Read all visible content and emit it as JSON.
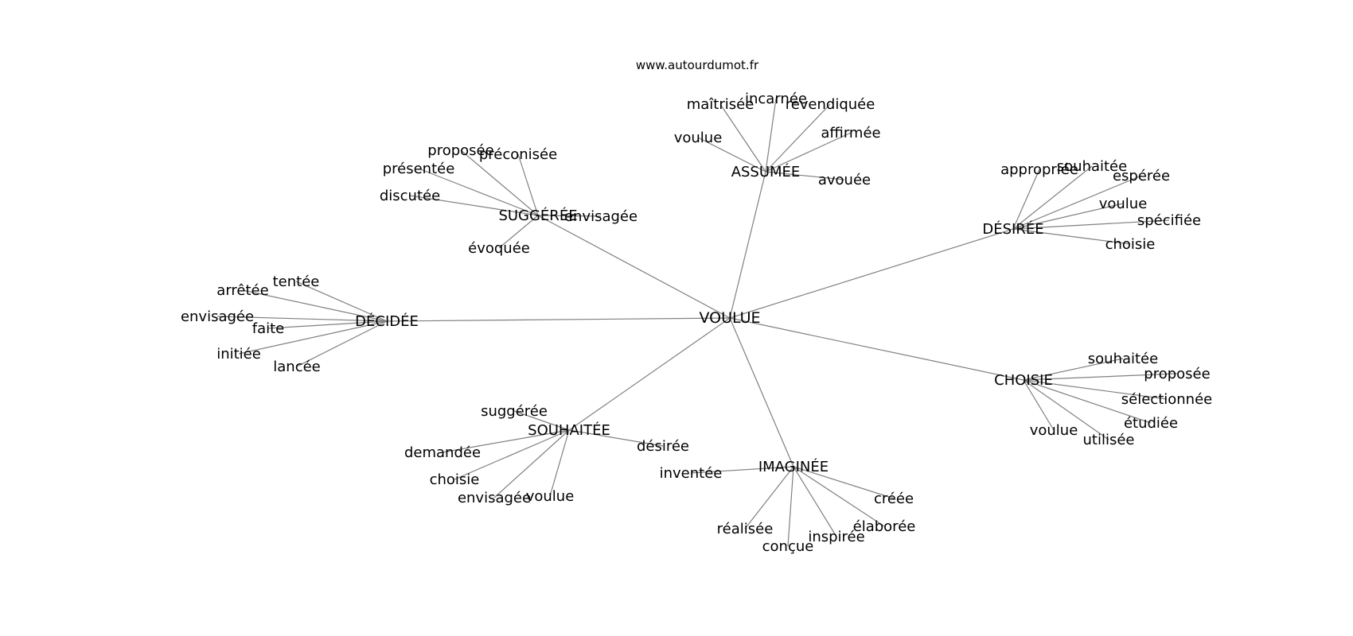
{
  "site_label": "www.autourdumot.fr",
  "edge_color": "#808080",
  "center": {
    "label": "VOULUE"
  },
  "hubs": [
    {
      "key": "assumee",
      "label": "ASSUMÉE",
      "leaves": [
        "maîtrisée",
        "incarnée",
        "revendiquée",
        "voulue",
        "affirmée",
        "avouée"
      ]
    },
    {
      "key": "suggeree",
      "label": "SUGGÉRÉE",
      "leaves": [
        "proposée",
        "préconisée",
        "présentée",
        "discutée",
        "envisagée",
        "évoquée"
      ]
    },
    {
      "key": "desiree",
      "label": "DÉSIRÉE",
      "leaves": [
        "appropriée",
        "souhaitée",
        "espérée",
        "voulue",
        "spécifiée",
        "choisie"
      ]
    },
    {
      "key": "decidee",
      "label": "DÉCIDÉE",
      "leaves": [
        "tentée",
        "arrêtée",
        "envisagée",
        "faite",
        "initiée",
        "lancée"
      ]
    },
    {
      "key": "choisie",
      "label": "CHOISIE",
      "leaves": [
        "souhaitée",
        "proposée",
        "sélectionnée",
        "étudiée",
        "voulue",
        "utilisée"
      ]
    },
    {
      "key": "souhaitee",
      "label": "SOUHAITÉE",
      "leaves": [
        "suggérée",
        "demandée",
        "désirée",
        "choisie",
        "envisagée",
        "voulue"
      ]
    },
    {
      "key": "imaginee",
      "label": "IMAGINÉE",
      "leaves": [
        "inventée",
        "créée",
        "élaborée",
        "réalisée",
        "inspirée",
        "conçue"
      ]
    }
  ]
}
